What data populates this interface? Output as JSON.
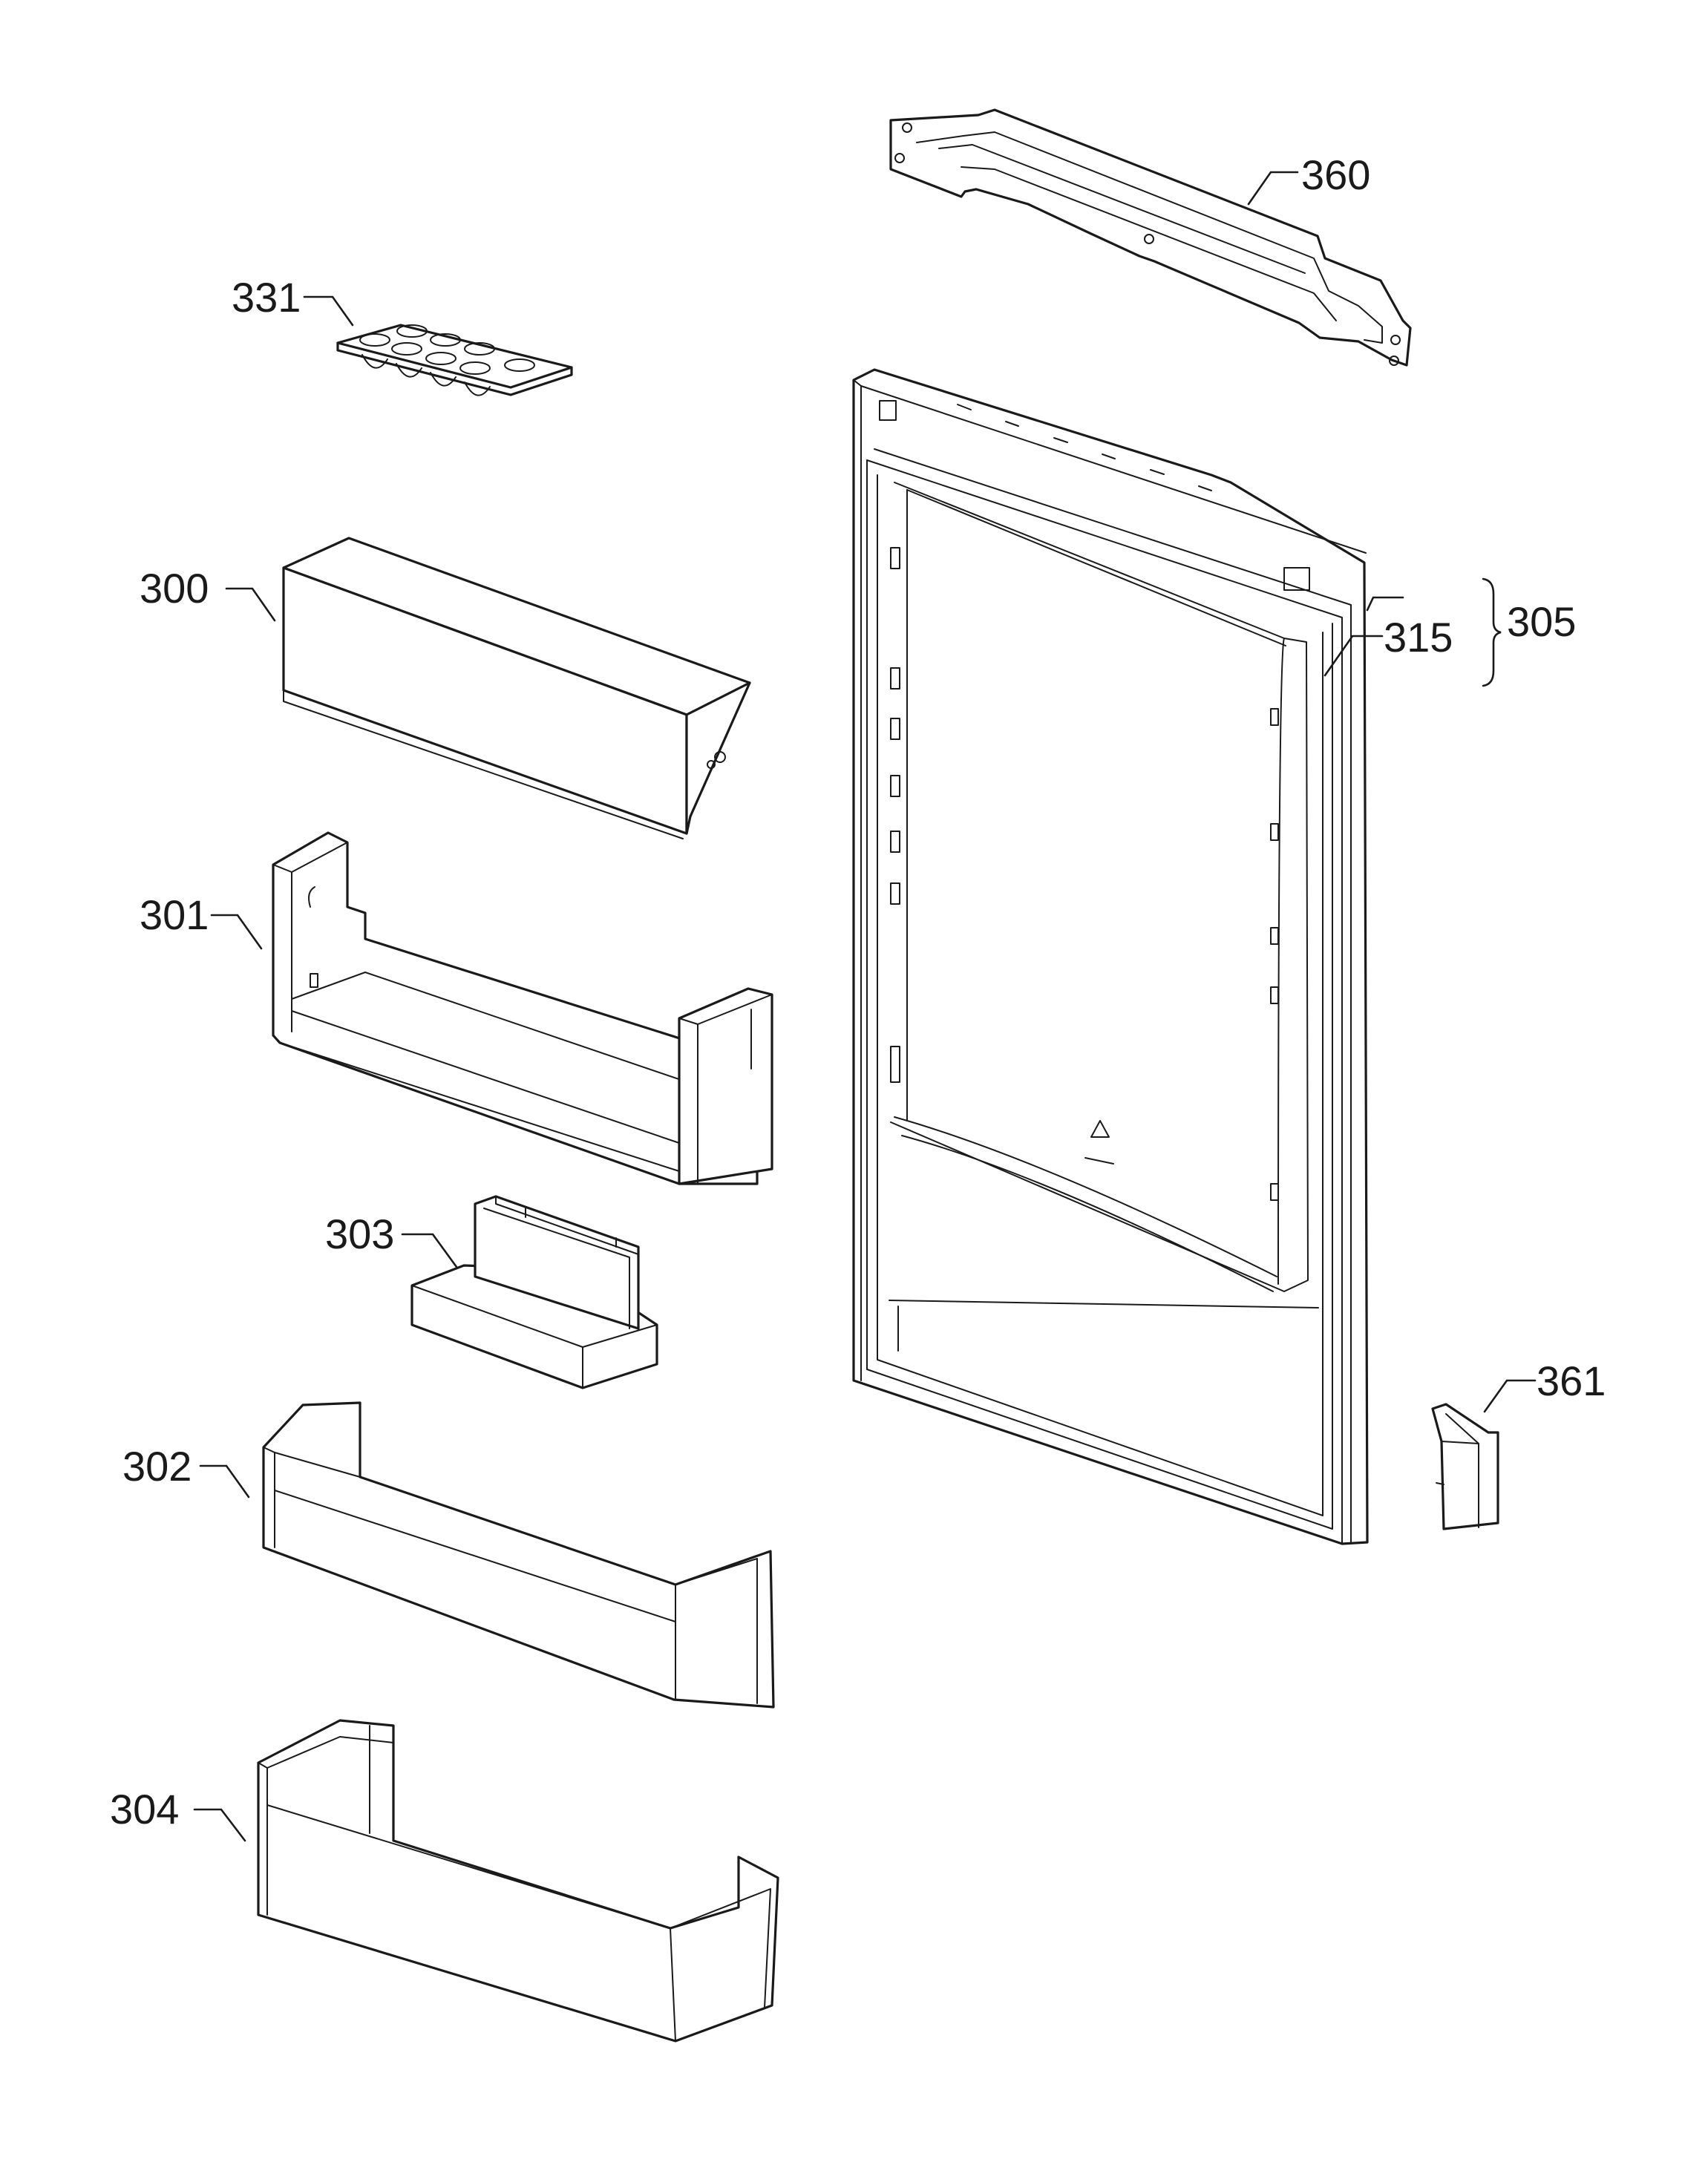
{
  "labels": {
    "p331": "331",
    "p300": "300",
    "p301": "301",
    "p303": "303",
    "p302": "302",
    "p304": "304",
    "p360": "360",
    "p305": "305",
    "p315": "315",
    "p361": "361"
  }
}
